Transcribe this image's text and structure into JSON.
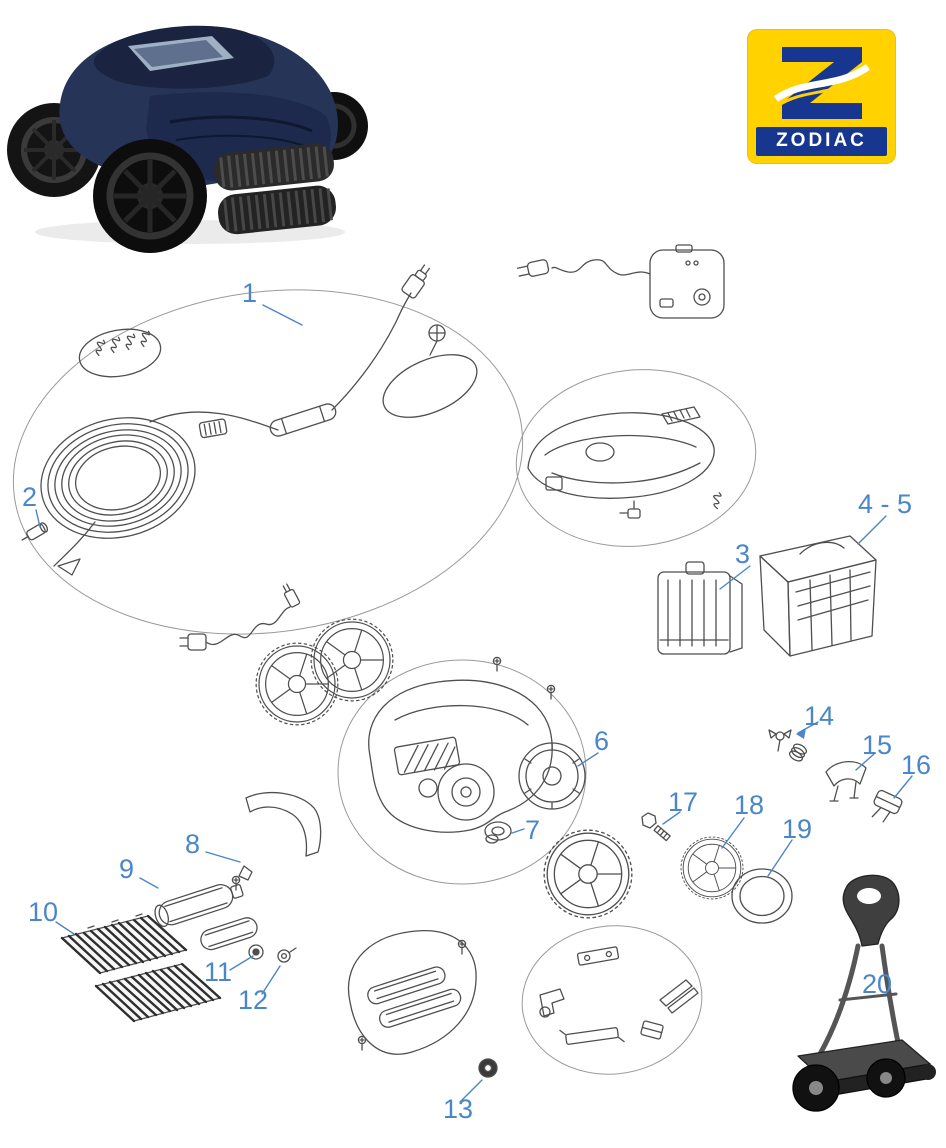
{
  "logo": {
    "brand": "ZODIAC",
    "letter": "Z",
    "colors": {
      "yellow": "#FFD200",
      "blue": "#17368F",
      "text": "#FFFFFF"
    }
  },
  "product": {
    "body_color": "#263457",
    "canopy_color": "#1A2340",
    "wheel_color": "#161616"
  },
  "diagram": {
    "label_color": "#4A86C8",
    "line_color": "#4F4F4F",
    "oval_color": "#9A9A9A",
    "parts": [
      {
        "id": "1",
        "label": "1"
      },
      {
        "id": "2",
        "label": "2"
      },
      {
        "id": "3",
        "label": "3"
      },
      {
        "id": "4-5",
        "label": "4 - 5"
      },
      {
        "id": "6",
        "label": "6"
      },
      {
        "id": "7",
        "label": "7"
      },
      {
        "id": "8",
        "label": "8"
      },
      {
        "id": "9",
        "label": "9"
      },
      {
        "id": "10",
        "label": "10"
      },
      {
        "id": "11",
        "label": "11"
      },
      {
        "id": "12",
        "label": "12"
      },
      {
        "id": "13",
        "label": "13"
      },
      {
        "id": "14",
        "label": "14"
      },
      {
        "id": "15",
        "label": "15"
      },
      {
        "id": "16",
        "label": "16"
      },
      {
        "id": "17",
        "label": "17"
      },
      {
        "id": "18",
        "label": "18"
      },
      {
        "id": "19",
        "label": "19"
      },
      {
        "id": "20",
        "label": "20"
      }
    ]
  }
}
